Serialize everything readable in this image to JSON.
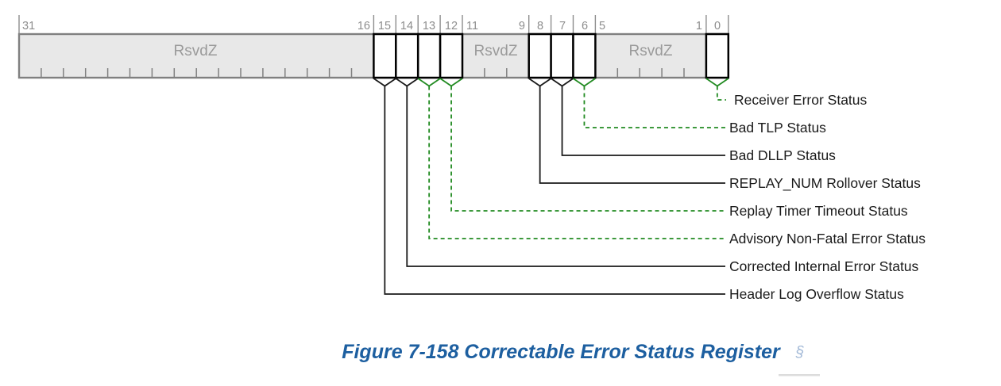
{
  "figure": {
    "caption": "Figure 7-158 Correctable Error Status Register",
    "section_symbol": "§"
  },
  "register": {
    "name": "Correctable Error Status Register",
    "reserved_label": "RsvdZ",
    "reserved_ranges": [
      "31:16",
      "11:9",
      "5:1"
    ],
    "bit_numbers": {
      "b31": "31",
      "b16": "16",
      "b15": "15",
      "b14": "14",
      "b13": "13",
      "b12": "12",
      "b11": "11",
      "b9": "9",
      "b8": "8",
      "b7": "7",
      "b6": "6",
      "b5": "5",
      "b1": "1",
      "b0": "0"
    },
    "fields": [
      {
        "bit": 0,
        "label": "Receiver Error Status",
        "connector": "green-dashed"
      },
      {
        "bit": 6,
        "label": "Bad TLP Status",
        "connector": "green-dashed"
      },
      {
        "bit": 7,
        "label": "Bad DLLP Status",
        "connector": "black-solid"
      },
      {
        "bit": 8,
        "label": "REPLAY_NUM Rollover Status",
        "connector": "black-solid"
      },
      {
        "bit": 12,
        "label": "Replay Timer Timeout Status",
        "connector": "green-dashed"
      },
      {
        "bit": 13,
        "label": "Advisory Non-Fatal Error Status",
        "connector": "green-dashed"
      },
      {
        "bit": 14,
        "label": "Corrected Internal Error Status",
        "connector": "black-solid"
      },
      {
        "bit": 15,
        "label": "Header Log Overflow Status",
        "connector": "black-solid"
      }
    ]
  },
  "colors": {
    "reserved_fill": "#e8e8e8",
    "reserved_border": "#808080",
    "bit_box_border": "#000000",
    "connector_green": "#228B22",
    "connector_black": "#1a1a1a",
    "caption_blue": "#1d5fa0",
    "section_symbol_blue": "#a5bbd8",
    "bit_number_gray": "#8d8d8d"
  }
}
